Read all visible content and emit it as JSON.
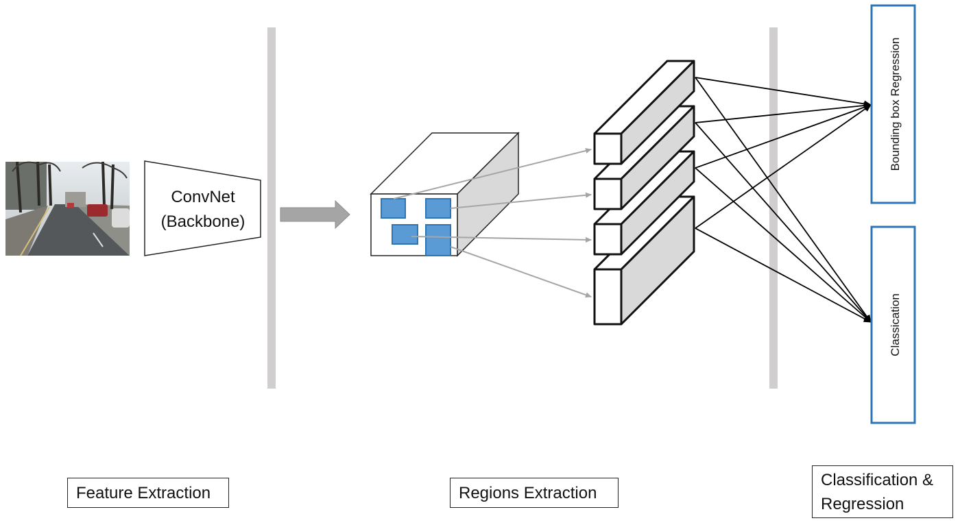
{
  "backbone": {
    "line1": "ConvNet",
    "line2": "(Backbone)"
  },
  "outputs": {
    "bbox_regression": "Bounding box Regression",
    "classification": "Classication"
  },
  "stages": {
    "feature_extraction": "Feature Extraction",
    "regions_extraction": "Regions Extraction",
    "classification_regression": "Classification & Regression"
  },
  "colors": {
    "region_fill": "#5b9bd5",
    "region_stroke": "#2e75b6",
    "output_border": "#2e75b6",
    "divider": "#d0cece",
    "arrow_gray": "#a5a5a5",
    "block_side": "#d9d9d9"
  }
}
